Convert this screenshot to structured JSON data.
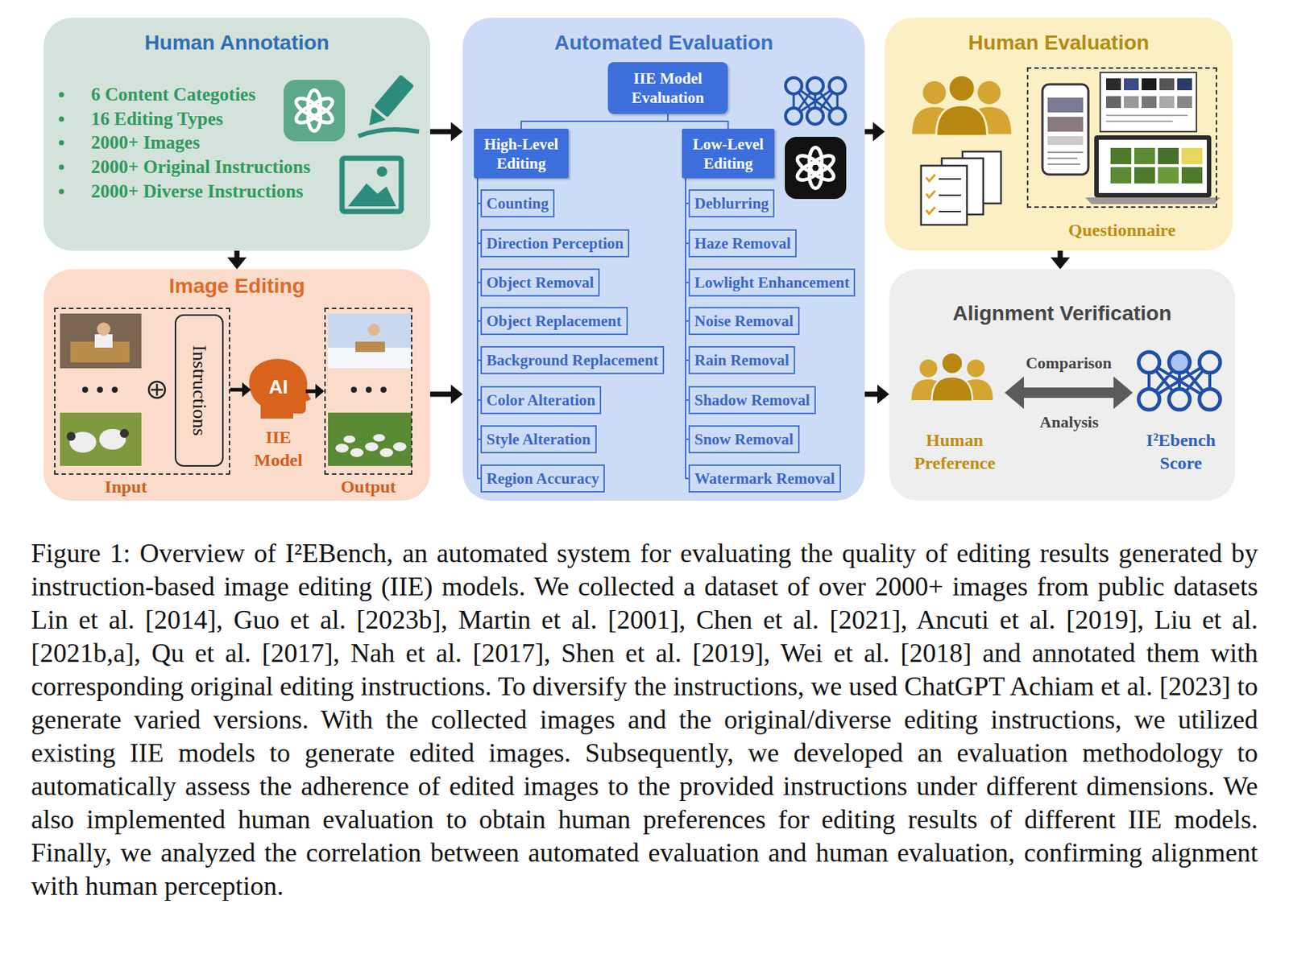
{
  "diagram": {
    "caption": "Figure 1: Overview of I²EBench, an automated system for evaluating the quality of editing results generated by instruction-based image editing (IIE) models. We collected a dataset of over 2000+ images from public datasets Lin et al. [2014], Guo et al. [2023b], Martin et al. [2001], Chen et al. [2021], Ancuti et al. [2019], Liu et al. [2021b,a], Qu et al. [2017], Nah et al. [2017], Shen et al. [2019], Wei et al. [2018] and annotated them with corresponding original editing instructions. To diversify the instructions, we used ChatGPT Achiam et al. [2023] to generate varied versions. With the collected images and the original/diverse editing instructions, we utilized existing IIE models to generate edited images. Subsequently, we developed an evaluation methodology to automatically assess the adherence of edited images to the provided instructions under different dimensions. We also implemented human evaluation to obtain human preferences for editing results of different IIE models. Finally, we analyzed the correlation between automated evaluation and human evaluation, confirming alignment with human perception.",
    "nodes": [
      {
        "text": [
          "Human Annotation",
          "6 Content Categoties",
          "16 Editing Types",
          "2000+ Images",
          "2000+ Original Instructions",
          "2000+ Diverse Instructions"
        ]
      },
      {
        "text": [
          "Automated Evaluation"
        ]
      },
      {
        "text": [
          "IIE Model Evaluation"
        ],
        "in": 1
      },
      {
        "text": [
          "High-Level Editing"
        ],
        "in": 1
      },
      {
        "text": [
          "Counting"
        ],
        "in": 1
      },
      {
        "text": [
          "Direction Perception"
        ],
        "in": 1
      },
      {
        "text": [
          "Object Removal"
        ],
        "in": 1
      },
      {
        "text": [
          "Object Replacement"
        ],
        "in": 1
      },
      {
        "text": [
          "Background Replacement"
        ],
        "in": 1
      },
      {
        "text": [
          "Color Alteration"
        ],
        "in": 1
      },
      {
        "text": [
          "Style Alteration"
        ],
        "in": 1
      },
      {
        "text": [
          "Region Accuracy"
        ],
        "in": 1
      },
      {
        "text": [
          "Low-Level Editing"
        ],
        "in": 1
      },
      {
        "text": [
          "Deblurring"
        ],
        "in": 1
      },
      {
        "text": [
          "Haze Removal"
        ],
        "in": 1
      },
      {
        "text": [
          "Lowlight Enhancement"
        ],
        "in": 1
      },
      {
        "text": [
          "Noise Removal"
        ],
        "in": 1
      },
      {
        "text": [
          "Rain Removal"
        ],
        "in": 1
      },
      {
        "text": [
          "Shadow Removal"
        ],
        "in": 1
      },
      {
        "text": [
          "Snow Removal"
        ],
        "in": 1
      },
      {
        "text": [
          "Watermark Removal"
        ],
        "in": 1
      },
      {
        "text": [
          "Human Evaluation"
        ]
      },
      {
        "text": [
          "Questionnaire"
        ],
        "in": 21
      },
      {
        "text": [
          "Image Editing"
        ]
      },
      {
        "text": [
          "Input"
        ],
        "in": 23
      },
      {
        "text": [
          "Instructions"
        ],
        "in": 24
      },
      {
        "text": [
          "AI",
          "IIE Model"
        ],
        "in": 23
      },
      {
        "text": [
          "Output"
        ],
        "in": 23
      },
      {
        "text": [
          "Alignment Verification"
        ]
      },
      {
        "text": [
          "Human Preference"
        ],
        "in": 28
      },
      {
        "text": [
          "I²Ebench Score"
        ],
        "in": 28
      }
    ],
    "edges": [
      {
        "from": 0,
        "to": 1,
        "arrow": "to"
      },
      {
        "from": 0,
        "to": 23,
        "arrow": "to"
      },
      {
        "from": 23,
        "to": 1,
        "arrow": "to"
      },
      {
        "from": 1,
        "to": 21,
        "arrow": "to"
      },
      {
        "from": 1,
        "to": 28,
        "arrow": "to"
      },
      {
        "from": 21,
        "to": 28,
        "arrow": "to"
      },
      {
        "from": 2,
        "to": 3,
        "arrow": "none"
      },
      {
        "from": 2,
        "to": 12,
        "arrow": "none"
      },
      {
        "from": 3,
        "to": 4,
        "arrow": "none"
      },
      {
        "from": 3,
        "to": 5,
        "arrow": "none"
      },
      {
        "from": 3,
        "to": 6,
        "arrow": "none"
      },
      {
        "from": 3,
        "to": 7,
        "arrow": "none"
      },
      {
        "from": 3,
        "to": 8,
        "arrow": "none"
      },
      {
        "from": 3,
        "to": 9,
        "arrow": "none"
      },
      {
        "from": 3,
        "to": 10,
        "arrow": "none"
      },
      {
        "from": 3,
        "to": 11,
        "arrow": "none"
      },
      {
        "from": 12,
        "to": 13,
        "arrow": "none"
      },
      {
        "from": 12,
        "to": 14,
        "arrow": "none"
      },
      {
        "from": 12,
        "to": 15,
        "arrow": "none"
      },
      {
        "from": 12,
        "to": 16,
        "arrow": "none"
      },
      {
        "from": 12,
        "to": 17,
        "arrow": "none"
      },
      {
        "from": 12,
        "to": 18,
        "arrow": "none"
      },
      {
        "from": 12,
        "to": 19,
        "arrow": "none"
      },
      {
        "from": 12,
        "to": 20,
        "arrow": "none"
      },
      {
        "from": 24,
        "to": 26,
        "arrow": "to"
      },
      {
        "from": 26,
        "to": 27,
        "arrow": "to"
      },
      {
        "from": 29,
        "to": 30,
        "arrow": "both",
        "label": "Comparison"
      }
    ],
    "labels": [
      "Analysis"
    ]
  }
}
